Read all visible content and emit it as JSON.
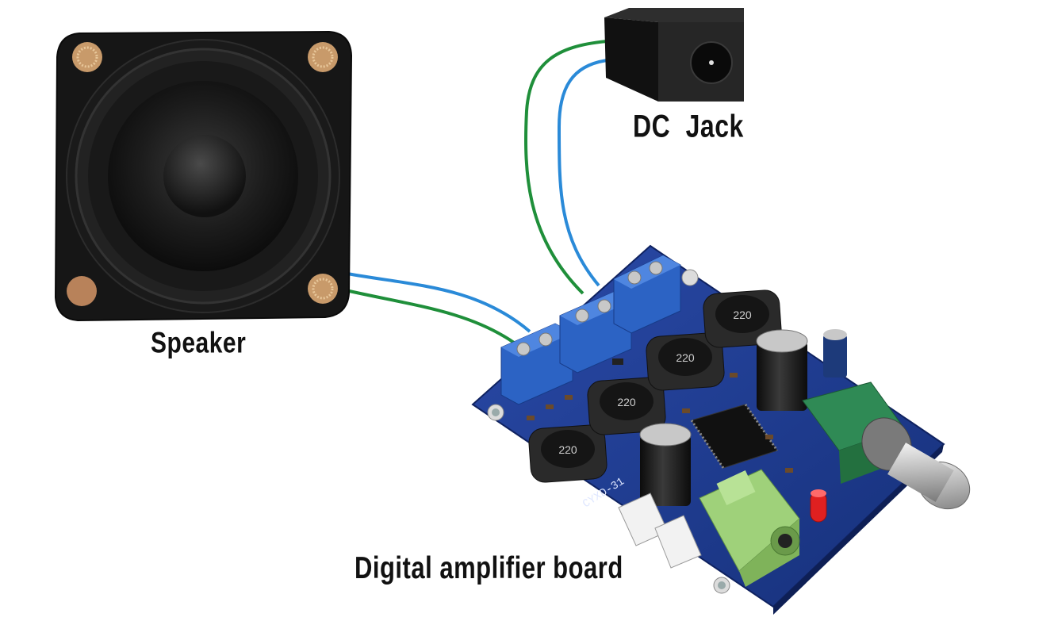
{
  "labels": {
    "speaker": "Speaker",
    "dc_jack": "DC  Jack",
    "board": "Digital amplifier board"
  },
  "board_silkscreen": {
    "model": "CYXD-31",
    "inductor_marking": "220"
  },
  "colors": {
    "wire_green": "#1f8f3a",
    "wire_blue": "#2a8ad8",
    "pcb_blue": "#1d3a8f",
    "terminal_blue": "#2c63c4",
    "speaker_black": "#151515",
    "jack_black": "#1a1a1a",
    "audio_jack_green": "#9fd17a",
    "pot_green": "#2f8a55",
    "led_red": "#e02020",
    "text": "#111111"
  }
}
